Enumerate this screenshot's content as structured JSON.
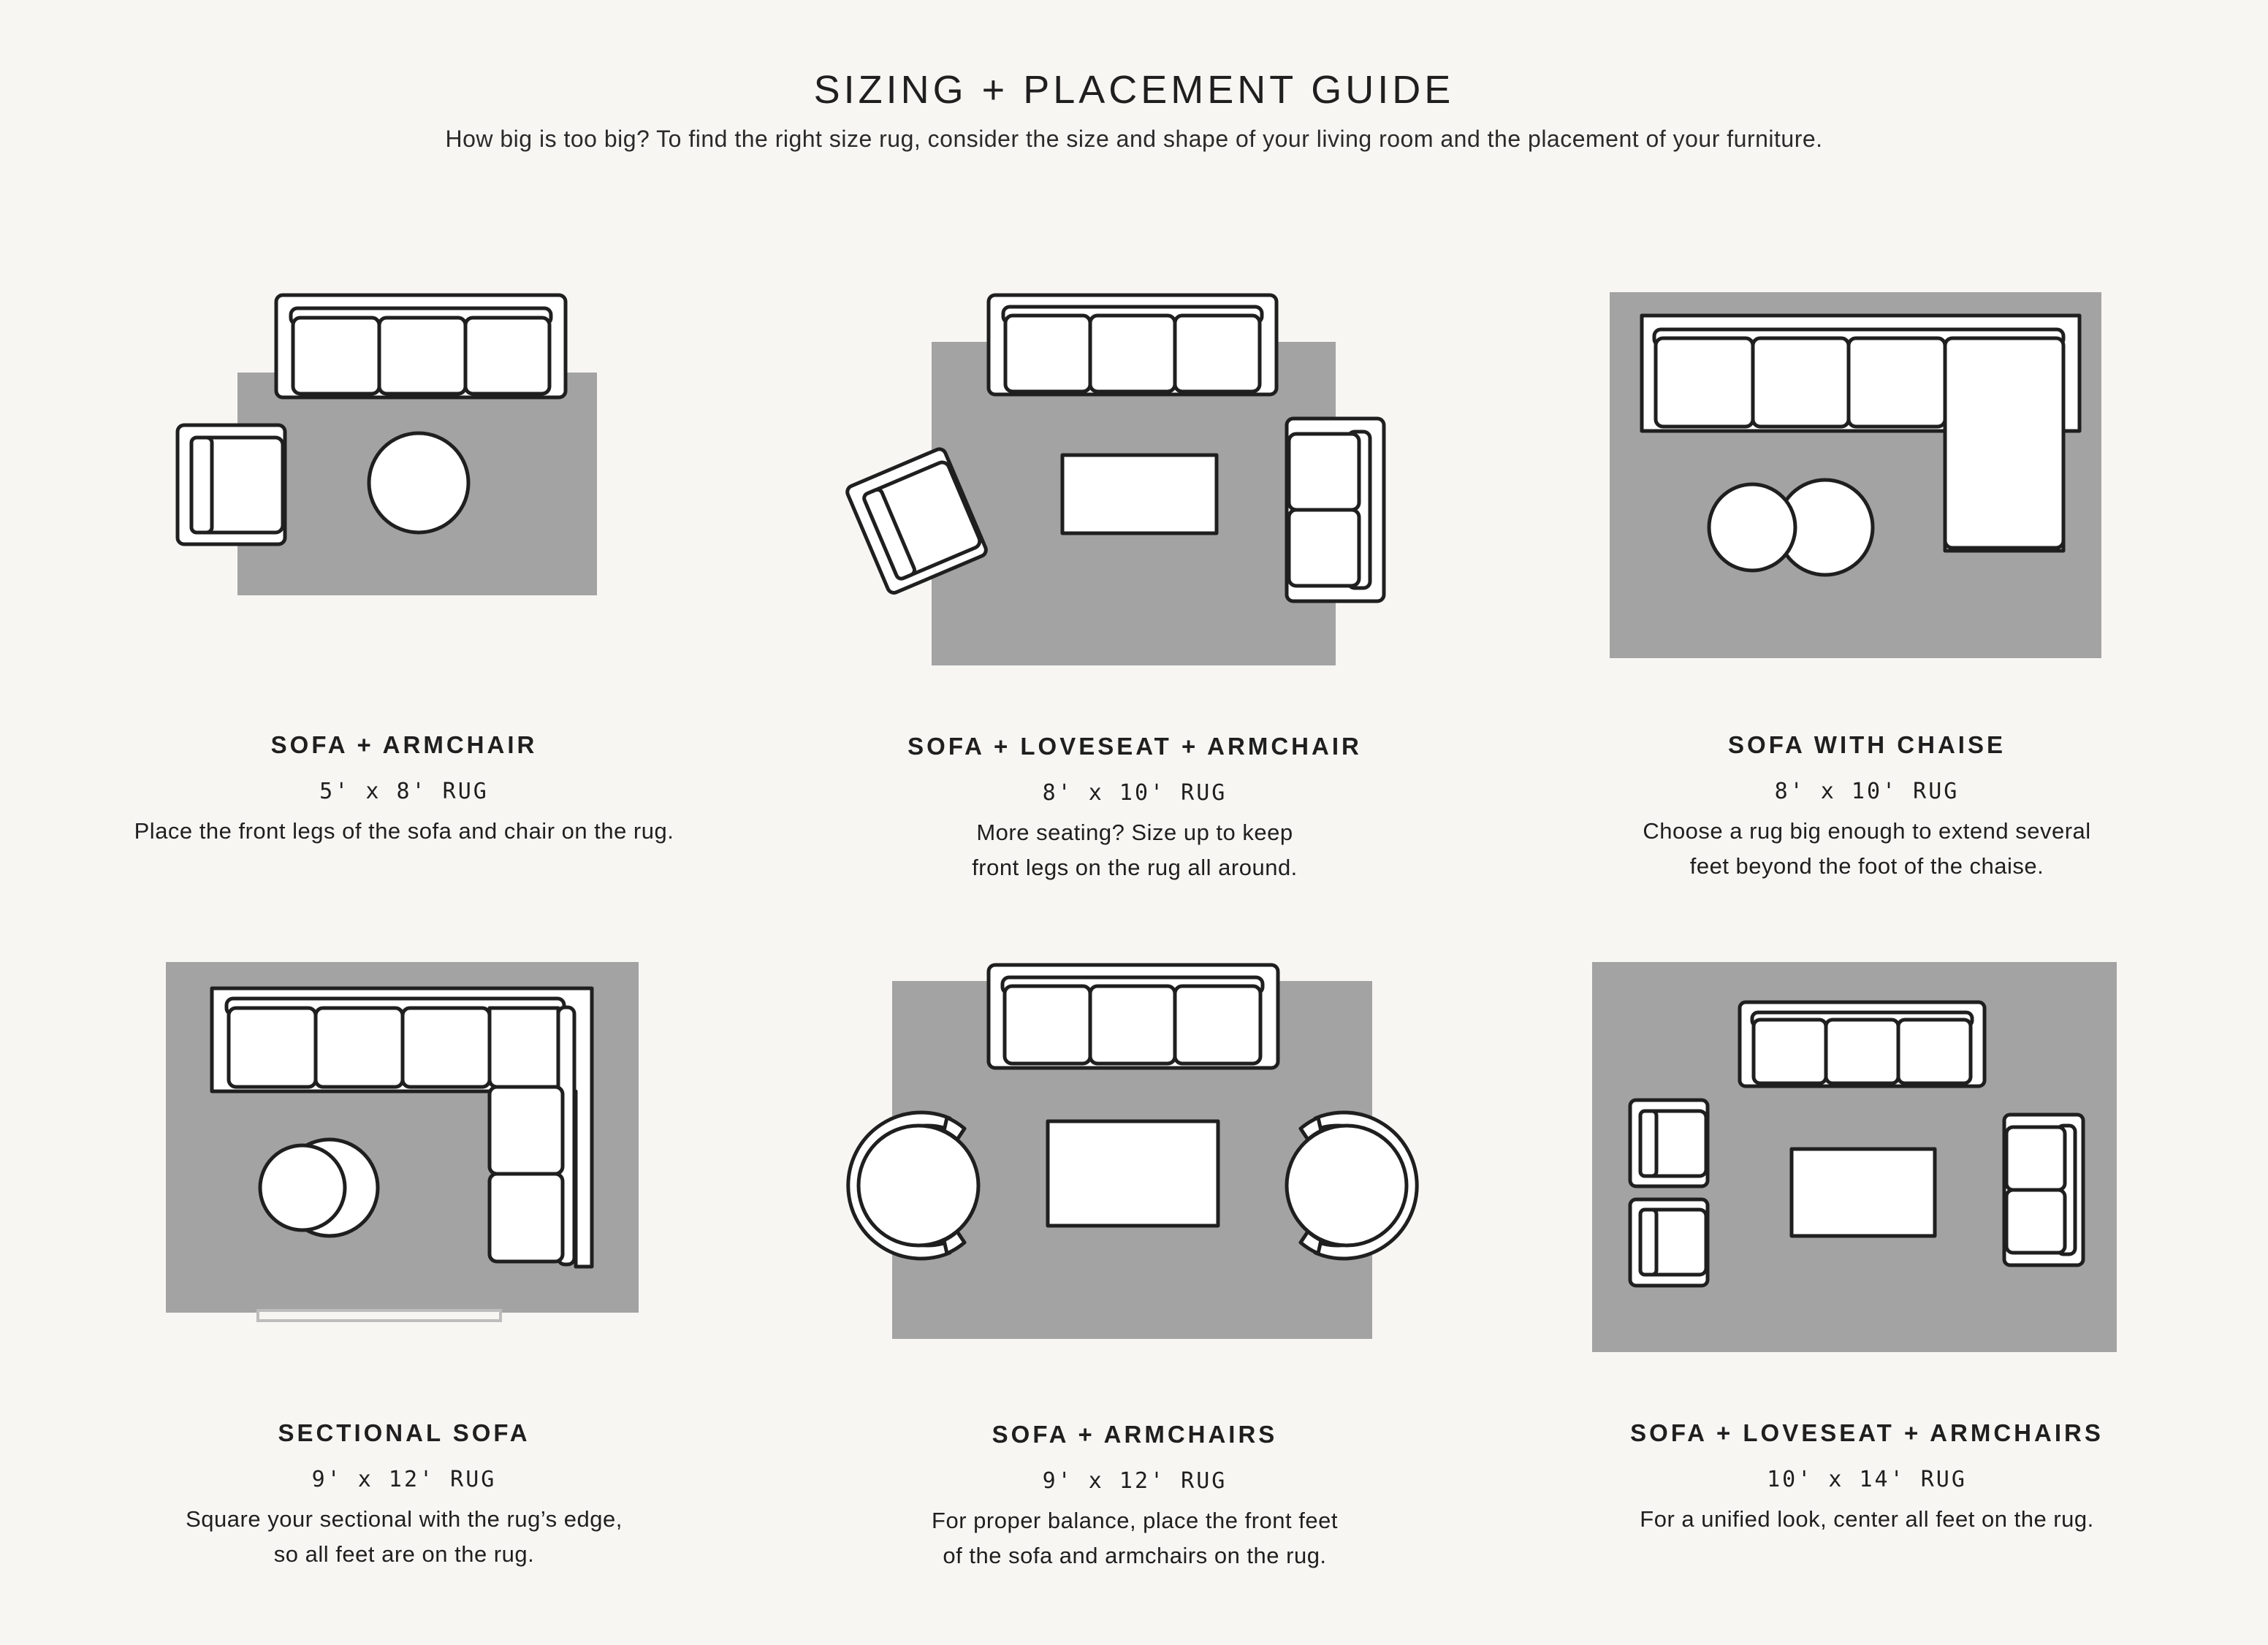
{
  "header": {
    "title": "SIZING + PLACEMENT GUIDE",
    "subtitle": "How big is too big? To find the right size rug, consider the size and shape of your living room and the placement of your furniture."
  },
  "colors": {
    "background": "#f7f6f3",
    "rug": "#a3a3a4",
    "furniture_fill": "#ffffff",
    "outline": "#1f1f1f"
  },
  "layouts": [
    {
      "title": "SOFA + ARMCHAIR",
      "size": "5' x 8' RUG",
      "desc_lines": [
        "Place the front legs of the sofa and chair on the rug.",
        ""
      ]
    },
    {
      "title": "SOFA + LOVESEAT + ARMCHAIR",
      "size": "8' x 10' RUG",
      "desc_lines": [
        "More seating? Size up to keep",
        "front legs on the rug all around."
      ]
    },
    {
      "title": "SOFA WITH CHAISE",
      "size": "8' x 10' RUG",
      "desc_lines": [
        "Choose a rug big enough to extend several",
        "feet beyond the foot of the chaise."
      ]
    },
    {
      "title": "SECTIONAL SOFA",
      "size": "9' x 12' RUG",
      "desc_lines": [
        "Square your sectional with the rug’s edge,",
        "so all feet are on the rug."
      ]
    },
    {
      "title": "SOFA + ARMCHAIRS",
      "size": "9' x 12' RUG",
      "desc_lines": [
        "For proper balance, place the front feet",
        "of the sofa and armchairs on the rug."
      ]
    },
    {
      "title": "SOFA + LOVESEAT + ARMCHAIRS",
      "size": "10' x 14' RUG",
      "desc_lines": [
        "For a unified look, center all feet on the rug.",
        ""
      ]
    }
  ]
}
